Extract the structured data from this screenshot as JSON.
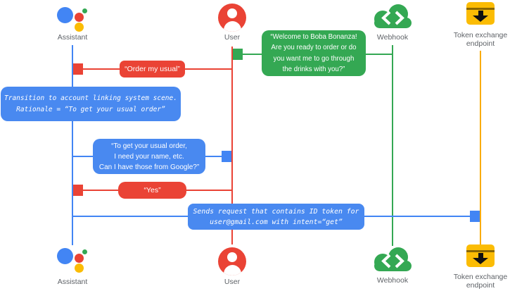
{
  "colors": {
    "blue": "#4285F4",
    "red": "#EA4335",
    "green": "#34A853",
    "yellow_line": "#F9AB00",
    "yellow_icon": "#FBBC04",
    "label_gray": "#5F6368",
    "bubble_text": "#FFFFFF"
  },
  "actors": {
    "assistant": {
      "label": "Assistant",
      "icon": "google-assistant-logo"
    },
    "user": {
      "label": "User",
      "icon": "person-in-circle"
    },
    "webhook": {
      "label": "Webhook",
      "icon": "cloud-code-brackets"
    },
    "token_endpoint": {
      "label": "Token exchange\nendpoint",
      "icon": "box-download-arrow"
    }
  },
  "messages": {
    "welcome": {
      "from": "Webhook",
      "to": "User",
      "text": "“Welcome to Boba Bonanza!\nAre you ready to order or do\nyou want me to go through\nthe drinks with you?”"
    },
    "order_my_usual": {
      "from": "User",
      "to": "Assistant",
      "text": "“Order my usual”"
    },
    "transition_note": {
      "on": "Assistant",
      "text": "Transition to account linking system scene.\nRationale = “To get your usual order”"
    },
    "ask_permission": {
      "from": "Assistant",
      "to": "User",
      "text": "“To get your usual order,\nI need your name, etc.\nCan I have those from Google?”"
    },
    "yes": {
      "from": "User",
      "to": "Assistant",
      "text": "“Yes”"
    },
    "sends_request": {
      "from": "Assistant",
      "to": "Token exchange endpoint",
      "text": "Sends request that contains ID token for\nuser@gmail.com with intent=“get”"
    }
  }
}
